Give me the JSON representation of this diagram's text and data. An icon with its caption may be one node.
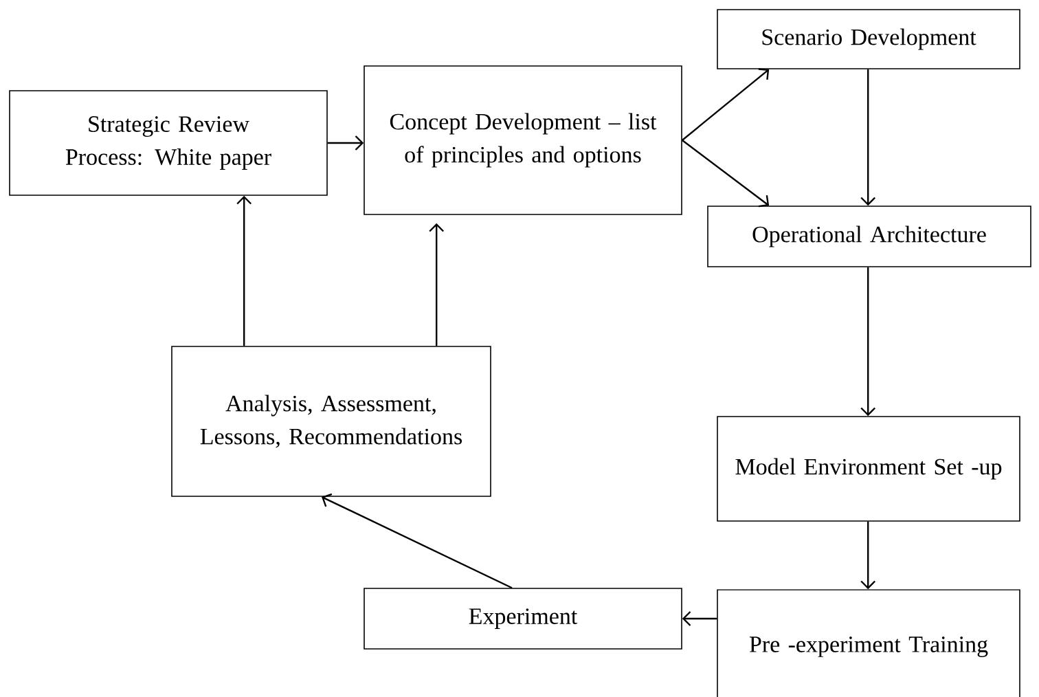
{
  "diagram": {
    "nodes": [
      {
        "text": [
          "Strategic Review Process: White paper"
        ]
      },
      {
        "text": [
          "Concept Development – list of principles and options"
        ]
      },
      {
        "text": [
          "Scenario Development"
        ]
      },
      {
        "text": [
          "Operational Architecture"
        ]
      },
      {
        "text": [
          "Analysis, Assessment, Lessons, Recommendations"
        ]
      },
      {
        "text": [
          "Model Environment Set -up"
        ]
      },
      {
        "text": [
          "Experiment"
        ]
      },
      {
        "text": [
          "Pre -experiment Training"
        ]
      }
    ],
    "edges": [
      {
        "from": 0,
        "to": 1,
        "arrow": "to"
      },
      {
        "from": 1,
        "to": 2,
        "arrow": "to"
      },
      {
        "from": 1,
        "to": 3,
        "arrow": "to"
      },
      {
        "from": 2,
        "to": 3,
        "arrow": "to"
      },
      {
        "from": 3,
        "to": 5,
        "arrow": "to"
      },
      {
        "from": 5,
        "to": 7,
        "arrow": "to"
      },
      {
        "from": 7,
        "to": 6,
        "arrow": "to"
      },
      {
        "from": 6,
        "to": 4,
        "arrow": "to"
      },
      {
        "from": 4,
        "to": 0,
        "arrow": "to"
      },
      {
        "from": 4,
        "to": 1,
        "arrow": "to"
      }
    ]
  }
}
